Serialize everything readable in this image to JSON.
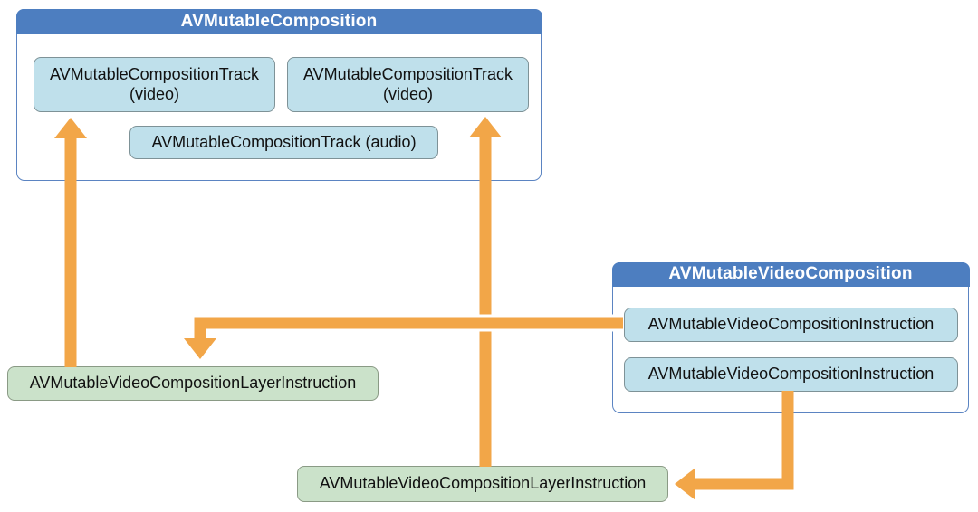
{
  "colors": {
    "header_blue": "#4d7ec0",
    "container_border": "#5b84c2",
    "track_fill": "#bfe0eb",
    "track_border": "#7e9297",
    "layer_fill": "#cbe2ca",
    "layer_border": "#8a9a85",
    "arrow_orange": "#f2a648",
    "text_dark": "#111111",
    "header_text": "#ffffff"
  },
  "composition": {
    "title": "AVMutableComposition",
    "track_video_1": {
      "line1": "AVMutableCompositionTrack",
      "line2": "(video)"
    },
    "track_video_2": {
      "line1": "AVMutableCompositionTrack",
      "line2": "(video)"
    },
    "track_audio": {
      "label": "AVMutableCompositionTrack (audio)"
    }
  },
  "video_composition": {
    "title": "AVMutableVideoComposition",
    "instruction_1": {
      "label": "AVMutableVideoCompositionInstruction"
    },
    "instruction_2": {
      "label": "AVMutableVideoCompositionInstruction"
    }
  },
  "layer_instruction_left": {
    "label": "AVMutableVideoCompositionLayerInstruction"
  },
  "layer_instruction_bottom": {
    "label": "AVMutableVideoCompositionLayerInstruction"
  },
  "arrows": [
    {
      "from": "layer-instruction-left",
      "to": "track-video-1",
      "direction": "up"
    },
    {
      "from": "layer-instruction-bottom",
      "to": "track-video-2",
      "direction": "up"
    },
    {
      "from": "instruction-1",
      "to": "layer-instruction-left",
      "direction": "left-then-down"
    },
    {
      "from": "instruction-2",
      "to": "layer-instruction-bottom",
      "direction": "down-then-left"
    }
  ]
}
